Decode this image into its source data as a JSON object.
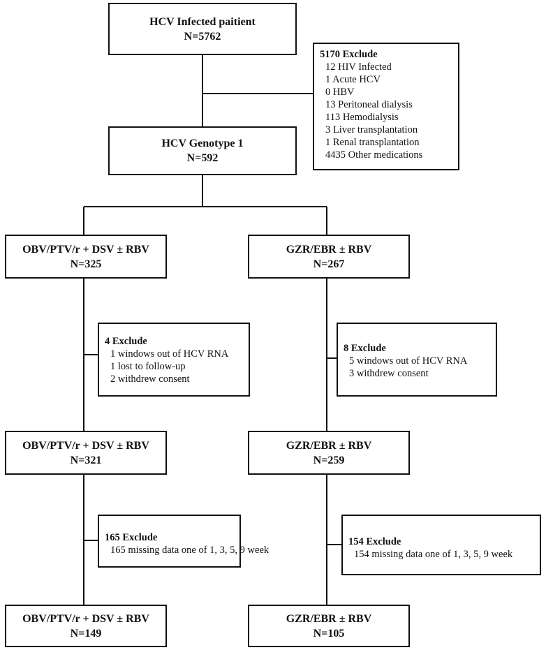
{
  "flow": {
    "root": {
      "title": "HCV Infected paitient",
      "n": "N=5762"
    },
    "exclude1": {
      "header": "5170  Exclude",
      "items": [
        "12  HIV Infected",
        "1  Acute HCV",
        "0  HBV",
        "13 Peritoneal dialysis",
        "113 Hemodialysis",
        "3  Liver transplantation",
        "1  Renal transplantation",
        "4435  Other medications"
      ]
    },
    "genotype": {
      "title": "HCV Genotype 1",
      "n": "N=592"
    },
    "left": {
      "step1": {
        "title": "OBV/PTV/r + DSV ± RBV",
        "n": "N=325"
      },
      "exclude_a": {
        "header": "4 Exclude",
        "items": [
          "1 windows out of HCV RNA",
          "1 lost to follow-up",
          "2 withdrew consent"
        ]
      },
      "step2": {
        "title": "OBV/PTV/r + DSV ± RBV",
        "n": "N=321"
      },
      "exclude_b": {
        "header": "165 Exclude",
        "items": [
          "165 missing data one  of 1, 3, 5, 9 week"
        ]
      },
      "step3": {
        "title": "OBV/PTV/r + DSV ± RBV",
        "n": "N=149"
      }
    },
    "right": {
      "step1": {
        "title": "GZR/EBR ± RBV",
        "n": "N=267"
      },
      "exclude_a": {
        "header": "8 Exclude",
        "items": [
          "5 windows out of HCV RNA",
          "3 withdrew consent"
        ]
      },
      "step2": {
        "title": "GZR/EBR ± RBV",
        "n": "N=259"
      },
      "exclude_b": {
        "header": "154 Exclude",
        "items": [
          "154  missing data one  of 1, 3, 5, 9 week"
        ]
      },
      "step3": {
        "title": "GZR/EBR ± RBV",
        "n": "N=105"
      }
    }
  }
}
